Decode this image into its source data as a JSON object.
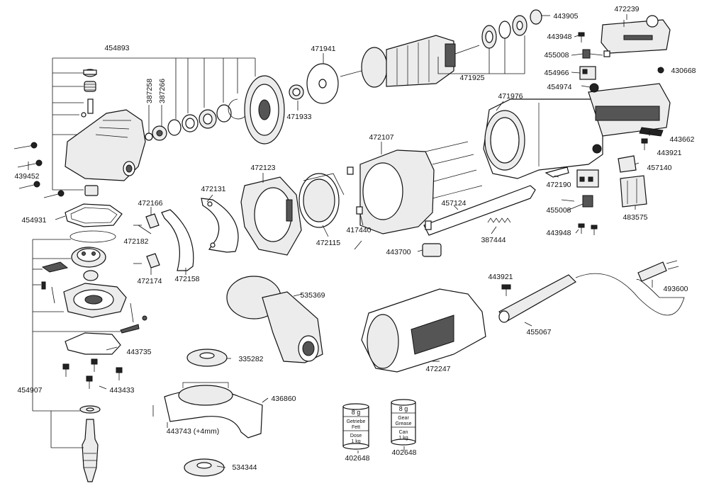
{
  "labels": {
    "p454893": "454893",
    "p387258": "387258",
    "p387266": "387266",
    "p439452": "439452",
    "p454931": "454931",
    "p454907": "454907",
    "p472166": "472166",
    "p472182": "472182",
    "p472174": "472174",
    "p472131": "472131",
    "p472158": "472158",
    "p472123": "472123",
    "p443735": "443735",
    "p443433": "443433",
    "p335282": "335282",
    "p436860": "436860",
    "p443743": "443743 (+4mm)",
    "p534344": "534344",
    "p535369": "535369",
    "p471941": "471941",
    "p471933": "471933",
    "p471925": "471925",
    "p443905": "443905",
    "p472239": "472239",
    "p443948a": "443948",
    "p455008a": "455008",
    "p454966": "454966",
    "p430668": "430668",
    "p454974": "454974",
    "p471976": "471976",
    "p472107": "472107",
    "p472115": "472115",
    "p417440": "417440",
    "p457124": "457124",
    "p387444": "387444",
    "p443700": "443700",
    "p472190": "472190",
    "p455008b": "455008",
    "p443948b": "443948",
    "p443662": "443662",
    "p443921a": "443921",
    "p457140": "457140",
    "p483575": "483575",
    "p443921b": "443921",
    "p493600": "493600",
    "p455067": "455067",
    "p472247": "472247",
    "p402648a": "402648",
    "p402648b": "402648"
  },
  "cans": {
    "left": {
      "weight": "8 g",
      "line1": "Getriebe",
      "line2": "Fett",
      "line3": "Dose",
      "line4": "1 kg"
    },
    "right": {
      "weight": "8 g",
      "line1": "Gear",
      "line2": "Grease",
      "line3": "Can",
      "line4": "1 kg"
    }
  }
}
